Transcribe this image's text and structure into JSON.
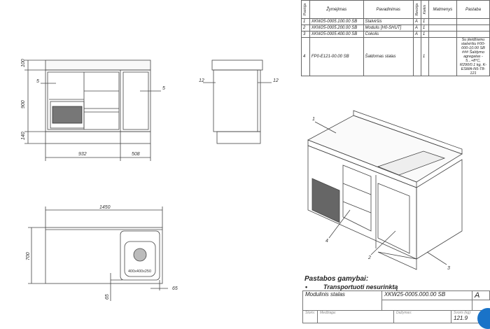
{
  "bom": {
    "headers": [
      "Pozicija",
      "Žymėjimas",
      "Pavadinimas",
      "Revizija",
      "Kiekis",
      "Matmenys",
      "Pastaba"
    ],
    "rows": [
      {
        "pos": "1",
        "code": "XKW25-0005.100.00 SB",
        "name": "Stalviršis",
        "rev": "A",
        "qty": "1",
        "dim": "",
        "note": ""
      },
      {
        "pos": "2",
        "code": "XKW25-0005.200.00 SB",
        "name": "Modulis [H0-SHUT]",
        "rev": "A",
        "qty": "1",
        "dim": "",
        "note": ""
      },
      {
        "pos": "3",
        "code": "XKW25-0005.400.00 SB",
        "name": "Cokolis",
        "rev": "A",
        "qty": "1",
        "dim": "",
        "note": ""
      },
      {
        "pos": "4",
        "code": "FP0-E121-00.00 SB",
        "name": "Šaldomas stalas",
        "rev": "",
        "qty": "1",
        "dim": "",
        "note": "Su įleidžiamu stalviršiu F00-000-10.00 SB ### Šaldymo agregatas - 5...+8°C, R290/0.1 kg, K-ESMA-N5-T8-121"
      }
    ]
  },
  "front_view": {
    "dims": {
      "top": "100",
      "height": "900",
      "plinth": "140",
      "left_width": "932",
      "right_width": "508",
      "inset_left": "5",
      "inset_right": "5"
    }
  },
  "side_view": {
    "dims": {
      "left": "12",
      "right": "12"
    }
  },
  "top_view": {
    "dims": {
      "width": "1450",
      "depth": "700",
      "edge_right": "65",
      "edge_front": "65"
    },
    "sink_label": "400x400x250"
  },
  "iso_view": {
    "callouts": [
      "1",
      "2",
      "3",
      "4"
    ]
  },
  "notes": {
    "title": "Pastabos gamybai:",
    "bullet": "•",
    "item": "Transportuoti nesurinktą"
  },
  "title_block": {
    "name": "Modulinis stalas",
    "code": "XKW25-0005.000.00 SB",
    "revision": "A",
    "thickness_label": "Storis:",
    "material_label": "Medžiaga:",
    "paint_label": "Dažymas:",
    "weight_label": "Svoris (kg):",
    "weight": "121.9"
  }
}
